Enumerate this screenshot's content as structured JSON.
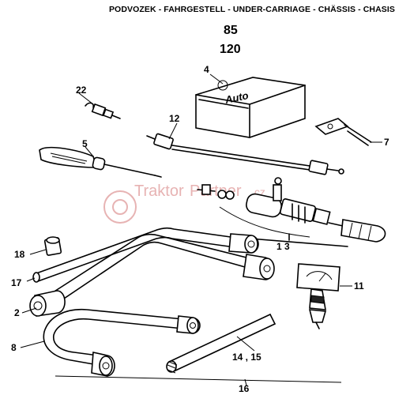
{
  "header": {
    "title": "PODVOZEK - FAHRGESTELL - UNDER-CARRIAGE - CHÄSSIS - CHASIS"
  },
  "models": [
    "85",
    "120"
  ],
  "labels": {
    "l4": "4",
    "l22": "22",
    "l12": "12",
    "l5": "5",
    "l7": "7",
    "l13": "1 3",
    "l18": "18",
    "l11": "11",
    "l17": "17",
    "l2": "2",
    "l8": "8",
    "l1415": "14 , 15",
    "l16": "16"
  },
  "watermark": {
    "text_a": "Traktor",
    "text_b": "Partner",
    "text_c": ".cz"
  },
  "box_logo": {
    "text": "Auto"
  },
  "colors": {
    "ink": "#000000",
    "watermark": "#e7b3b3"
  }
}
